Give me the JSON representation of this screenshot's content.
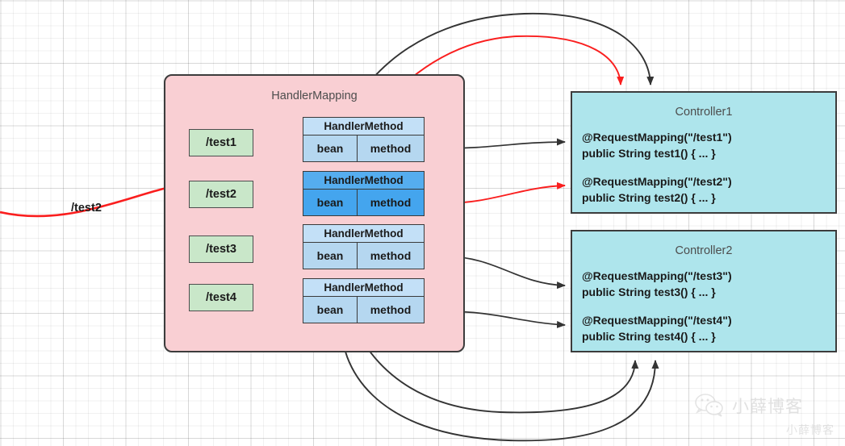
{
  "diagram": {
    "handler_mapping": {
      "title": "HandlerMapping",
      "paths": [
        {
          "label": "/test1"
        },
        {
          "label": "/test2"
        },
        {
          "label": "/test3"
        },
        {
          "label": "/test4"
        }
      ],
      "handler_methods": [
        {
          "title": "HandlerMethod",
          "bean": "bean",
          "method": "method",
          "state": "normal"
        },
        {
          "title": "HandlerMethod",
          "bean": "bean",
          "method": "method",
          "state": "highlighted"
        },
        {
          "title": "HandlerMethod",
          "bean": "bean",
          "method": "method",
          "state": "normal"
        },
        {
          "title": "HandlerMethod",
          "bean": "bean",
          "method": "method",
          "state": "normal"
        }
      ]
    },
    "controllers": [
      {
        "title": "Controller1",
        "methods": [
          {
            "annotation": "@RequestMapping(\"/test1\")",
            "signature": "public String test1() { ... }"
          },
          {
            "annotation": "@RequestMapping(\"/test2\")",
            "signature": "public String test2() { ... }"
          }
        ]
      },
      {
        "title": "Controller2",
        "methods": [
          {
            "annotation": "@RequestMapping(\"/test3\")",
            "signature": "public String test3() { ... }"
          },
          {
            "annotation": "@RequestMapping(\"/test4\")",
            "signature": "public String test4() { ... }"
          }
        ]
      }
    ],
    "incoming_request": {
      "label": "/test2"
    },
    "colors": {
      "handler_mapping_fill": "#f9cfd3",
      "path_box_fill": "#c9e7c9",
      "handler_method_fill": "#b5d7f0",
      "handler_method_highlight_fill": "#44a5ee",
      "controller_fill": "#aee5ec",
      "highlight_arrow": "#fa1e1e",
      "normal_arrow": "#333333",
      "border": "#3c3c3c"
    }
  },
  "watermark": {
    "brand": "小薛博客",
    "sub": "小薛博客",
    "icon": "wechat-icon"
  }
}
